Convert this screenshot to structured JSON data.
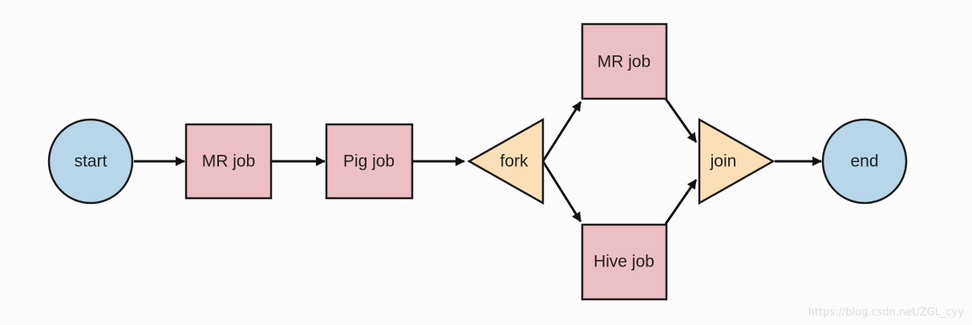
{
  "colors": {
    "circle_fill": "#b7d6e8",
    "box_fill": "#ebbfc3",
    "triangle_fill": "#fbdfb7",
    "stroke": "#1a1a1a",
    "arrow": "#111111",
    "text": "#222222"
  },
  "nodes": {
    "start": "start",
    "mr_job_1": "MR job",
    "pig_job": "Pig job",
    "fork": "fork",
    "mr_job_2": "MR job",
    "hive_job": "Hive job",
    "join": "join",
    "end": "end"
  },
  "edges": [
    [
      "start",
      "mr_job_1"
    ],
    [
      "mr_job_1",
      "pig_job"
    ],
    [
      "pig_job",
      "fork"
    ],
    [
      "fork",
      "mr_job_2"
    ],
    [
      "fork",
      "hive_job"
    ],
    [
      "mr_job_2",
      "join"
    ],
    [
      "hive_job",
      "join"
    ],
    [
      "join",
      "end"
    ]
  ],
  "watermark": "https://blog.csdn.net/ZGL_cyy"
}
